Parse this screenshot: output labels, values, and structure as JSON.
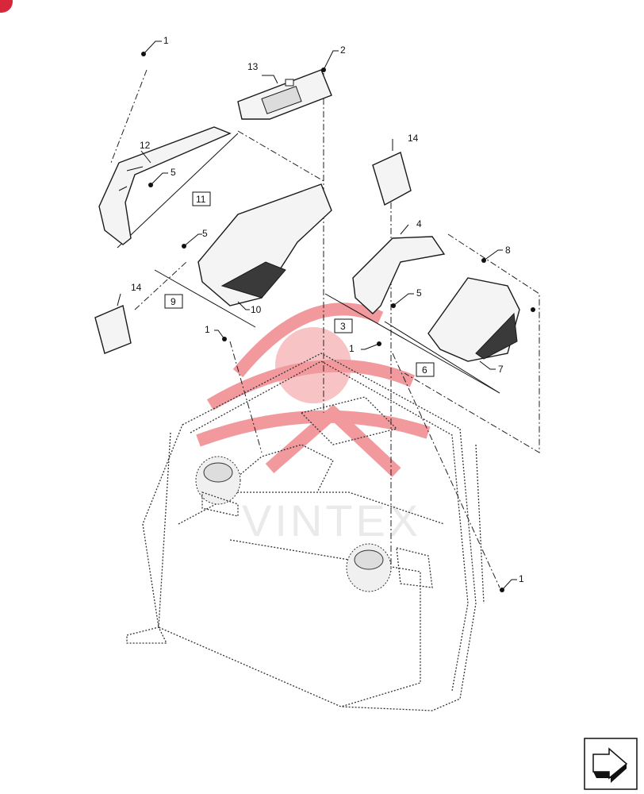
{
  "callouts": {
    "c1a": "1",
    "c1b": "1",
    "c1c": "1",
    "c1d": "1",
    "c2": "2",
    "c4": "4",
    "c5a": "5",
    "c5b": "5",
    "c5c": "5",
    "c7": "7",
    "c8": "8",
    "c10": "10",
    "c12": "12",
    "c13": "13",
    "c14a": "14",
    "c14b": "14"
  },
  "assemblies": {
    "a3": "3",
    "a6": "6",
    "a9": "9",
    "a11": "11"
  },
  "watermark": {
    "text": "VINTEX"
  },
  "colors": {
    "watermark": "#e8474f",
    "badge": "#d6273b",
    "line": "#1a1a1a"
  },
  "icons": {
    "nav": "next-page-arrow-icon",
    "badge": "corner-badge-icon"
  }
}
